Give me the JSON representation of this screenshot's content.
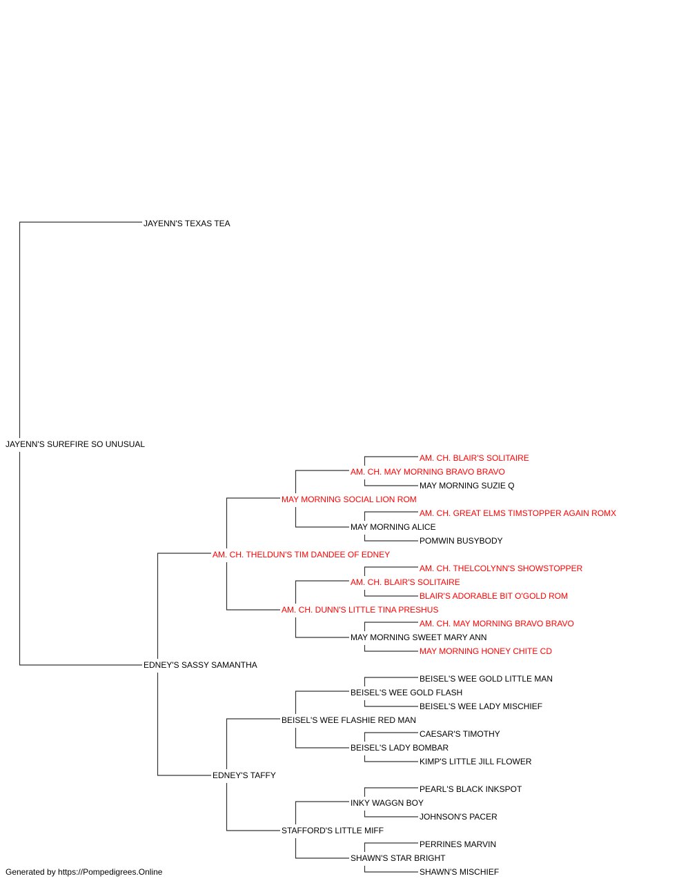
{
  "colors": {
    "line": "#333333",
    "text": "#000000",
    "champion": "#ff0000"
  },
  "footer": "Generated by https://Pompedigrees.Online",
  "pedigree": {
    "name": "JAYENN'S SUREFIRE SO UNUSUAL",
    "red": false,
    "sire": {
      "name": "JAYENN'S TEXAS TEA",
      "red": false
    },
    "dam": {
      "name": "EDNEY'S SASSY SAMANTHA",
      "red": false,
      "sire": {
        "name": "AM. CH. THELDUN'S TIM DANDEE OF EDNEY",
        "red": true,
        "sire": {
          "name": "MAY MORNING SOCIAL LION ROM",
          "red": true,
          "sire": {
            "name": "AM. CH. MAY MORNING BRAVO BRAVO",
            "red": true,
            "sire": {
              "name": "AM. CH. BLAIR'S SOLITAIRE",
              "red": true
            },
            "dam": {
              "name": "MAY MORNING SUZIE Q",
              "red": false
            }
          },
          "dam": {
            "name": "MAY MORNING ALICE",
            "red": false,
            "sire": {
              "name": "AM. CH. GREAT ELMS TIMSTOPPER AGAIN ROMX",
              "red": true
            },
            "dam": {
              "name": "POMWIN BUSYBODY",
              "red": false
            }
          }
        },
        "dam": {
          "name": "AM. CH. DUNN'S LITTLE TINA PRESHUS",
          "red": true,
          "sire": {
            "name": "AM. CH. BLAIR'S SOLITAIRE",
            "red": true,
            "sire": {
              "name": "AM. CH. THELCOLYNN'S SHOWSTOPPER",
              "red": true
            },
            "dam": {
              "name": "BLAIR'S ADORABLE BIT O'GOLD ROM",
              "red": true
            }
          },
          "dam": {
            "name": "MAY MORNING SWEET MARY ANN",
            "red": false,
            "sire": {
              "name": "AM. CH. MAY MORNING BRAVO BRAVO",
              "red": true
            },
            "dam": {
              "name": "MAY MORNING HONEY CHITE CD",
              "red": true
            }
          }
        }
      },
      "dam": {
        "name": "EDNEY'S TAFFY",
        "red": false,
        "sire": {
          "name": "BEISEL'S WEE FLASHIE RED MAN",
          "red": false,
          "sire": {
            "name": "BEISEL'S WEE GOLD FLASH",
            "red": false,
            "sire": {
              "name": "BEISEL'S WEE GOLD LITTLE MAN",
              "red": false
            },
            "dam": {
              "name": "BEISEL'S WEE LADY MISCHIEF",
              "red": false
            }
          },
          "dam": {
            "name": "BEISEL'S LADY BOMBAR",
            "red": false,
            "sire": {
              "name": "CAESAR'S TIMOTHY",
              "red": false
            },
            "dam": {
              "name": "KIMP'S LITTLE JILL FLOWER",
              "red": false
            }
          }
        },
        "dam": {
          "name": "STAFFORD'S LITTLE MIFF",
          "red": false,
          "sire": {
            "name": "INKY WAGGN BOY",
            "red": false,
            "sire": {
              "name": "PEARL'S BLACK INKSPOT",
              "red": false
            },
            "dam": {
              "name": "JOHNSON'S PACER",
              "red": false
            }
          },
          "dam": {
            "name": "SHAWN'S STAR BRIGHT",
            "red": false,
            "sire": {
              "name": "PERRINES MARVIN",
              "red": false
            },
            "dam": {
              "name": "SHAWN'S MISCHIEF",
              "red": false
            }
          }
        }
      }
    }
  }
}
